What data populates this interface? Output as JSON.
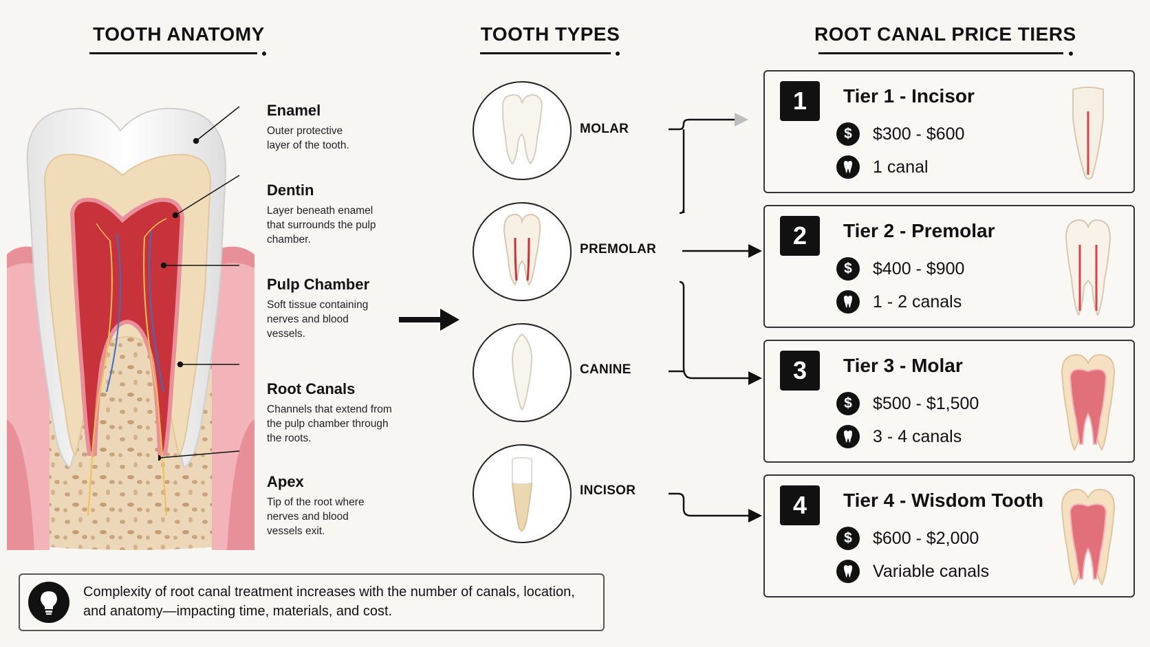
{
  "headers": {
    "anatomy": "TOOTH ANATOMY",
    "types": "TOOTH TYPES",
    "tiers": "ROOT CANAL PRICE TIERS"
  },
  "anatomy_labels": [
    {
      "title": "Enamel",
      "desc": "Outer protective layer of the tooth."
    },
    {
      "title": "Dentin",
      "desc": "Layer beneath enamel that surrounds the pulp chamber."
    },
    {
      "title": "Pulp Chamber",
      "desc": "Soft tissue containing nerves and blood vessels."
    },
    {
      "title": "Root Canals",
      "desc": "Channels that extend from the pulp chamber through the roots."
    },
    {
      "title": "Apex",
      "desc": "Tip of the root where nerves and blood vessels exit."
    }
  ],
  "tooth_types": [
    {
      "label": "MOLAR",
      "icon": "molar-tooth-icon"
    },
    {
      "label": "PREMOLAR",
      "icon": "premolar-tooth-icon"
    },
    {
      "label": "CANINE",
      "icon": "canine-tooth-icon"
    },
    {
      "label": "INCISOR",
      "icon": "incisor-tooth-icon"
    }
  ],
  "tiers": [
    {
      "number": "1",
      "title": "Tier 1 - Incisor",
      "price": "$300 - $600",
      "canals": "1 canal"
    },
    {
      "number": "2",
      "title": "Tier 2 - Premolar",
      "price": "$400 - $900",
      "canals": "1 - 2 canals"
    },
    {
      "number": "3",
      "title": "Tier 3 - Molar",
      "price": "$500 - $1,500",
      "canals": "3 - 4 canals"
    },
    {
      "number": "4",
      "title": "Tier 4 - Wisdom Tooth",
      "price": "$600 - $2,000",
      "canals": "Variable canals"
    }
  ],
  "icons": {
    "price": "dollar-icon",
    "canals": "tooth-icon",
    "note": "lightbulb-icon"
  },
  "note": "Complexity of root canal treatment increases with the number of canals, location, and anatomy—impacting time, materials, and cost.",
  "colors": {
    "gum": "#e8909a",
    "pulp": "#c8323a",
    "dentin": "#f0dcb8",
    "enamel": "#ffffff",
    "bone": "#ecd8b8",
    "ink": "#111111"
  }
}
